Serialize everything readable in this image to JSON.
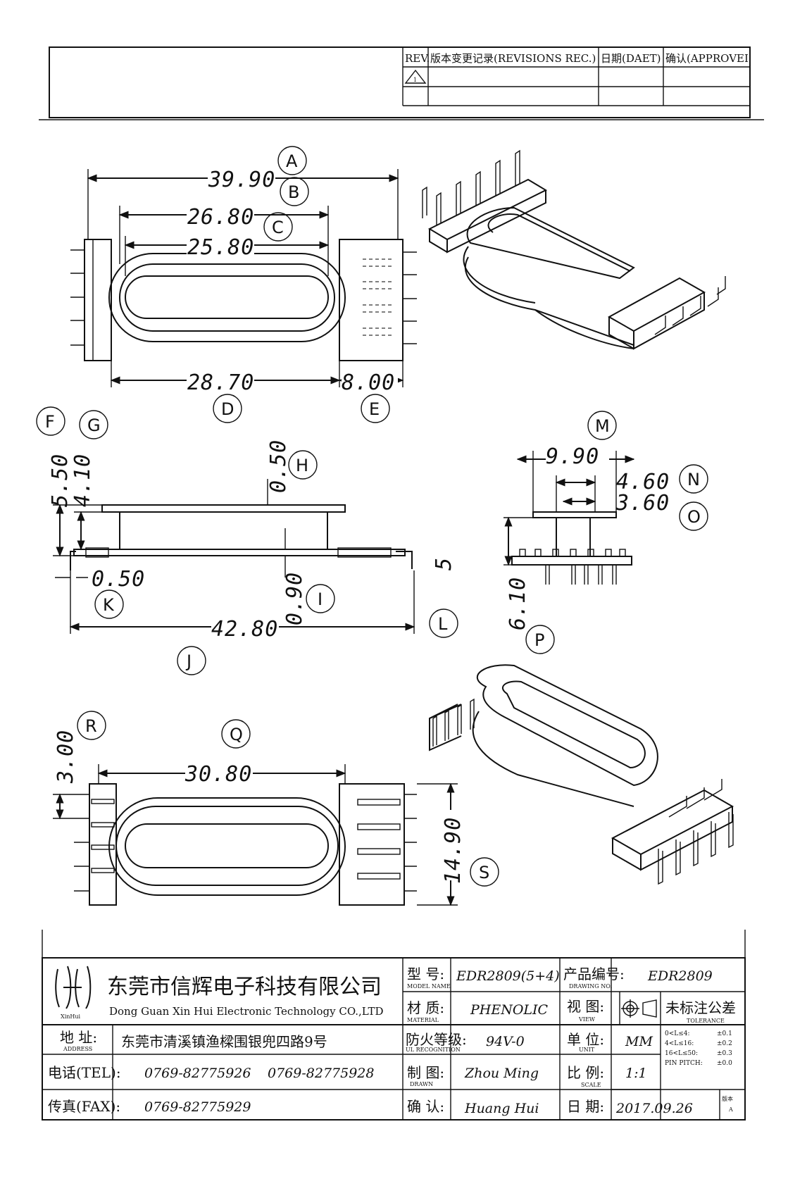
{
  "revision_table": {
    "headers": [
      "REV.",
      "版本变更记录(REVISIONS REC.)",
      "日期(DAET)",
      "确认(APPROVEI"
    ],
    "row1_rev": "1"
  },
  "dimensions": {
    "A": "39.90",
    "B": "26.80",
    "C": "25.80",
    "D": "28.70",
    "E": "8.00",
    "F": "5.50",
    "G": "4.10",
    "H": "0.50",
    "I": "0.90",
    "J": "42.80",
    "K": "0.50",
    "L": "5",
    "M": "9.90",
    "N": "4.60",
    "O": "3.60",
    "P": "6.10",
    "Q": "30.80",
    "R": "3.00",
    "S": "14.90"
  },
  "callouts": [
    "A",
    "B",
    "C",
    "D",
    "E",
    "F",
    "G",
    "H",
    "I",
    "J",
    "K",
    "L",
    "M",
    "N",
    "O",
    "P",
    "Q",
    "R",
    "S"
  ],
  "title_block": {
    "company_cn": "东莞市信辉电子科技有限公司",
    "company_en": "Dong Guan Xin Hui Electronic Technology CO.,LTD",
    "logo_text": "XinHui",
    "address_label": "地 址:",
    "address_label_en": "ADDRESS",
    "address": "东莞市清溪镇渔樑围银兜四路9号",
    "tel_label": "电话(TEL):",
    "tel1": "0769-82775926",
    "tel2": "0769-82775928",
    "fax_label": "传真(FAX):",
    "fax": "0769-82775929",
    "model_label": "型 号:",
    "model_label_en": "MODEL NAME",
    "model": "EDR2809(5+4)",
    "material_label": "材 质:",
    "material_label_en": "MATERIAL",
    "material": "PHENOLIC",
    "fire_label": "防火等级:",
    "fire_label_en": "UL RECOGNITION",
    "fire": "94V-0",
    "drawn_label": "制 图:",
    "drawn_label_en": "DRAWN",
    "drawn": "Zhou Ming",
    "confirm_label": "确 认:",
    "confirm": "Huang Hui",
    "drawing_no_label": "产品编号:",
    "drawing_no_label_en": "DRAWING NO.",
    "drawing_no": "EDR2809",
    "view_label": "视 图:",
    "view_label_en": "VIEW",
    "unit_label": "单 位:",
    "unit_label_en": "UNIT",
    "unit": "MM",
    "scale_label": "比 例:",
    "scale_label_en": "SCALE",
    "scale": "1:1",
    "date_label": "日 期:",
    "date": "2017.09.26",
    "version_label": "版本",
    "version": "A",
    "tolerance_label": "未标注公差",
    "tolerance_label_en": "TOLERANCE",
    "tolerances": [
      {
        "range": "0<L≤4:",
        "value": "±0.1"
      },
      {
        "range": "4<L≤16:",
        "value": "±0.2"
      },
      {
        "range": "16<L≤50:",
        "value": "±0.3"
      },
      {
        "range": "PIN PITCH:",
        "value": "±0.0"
      }
    ]
  }
}
